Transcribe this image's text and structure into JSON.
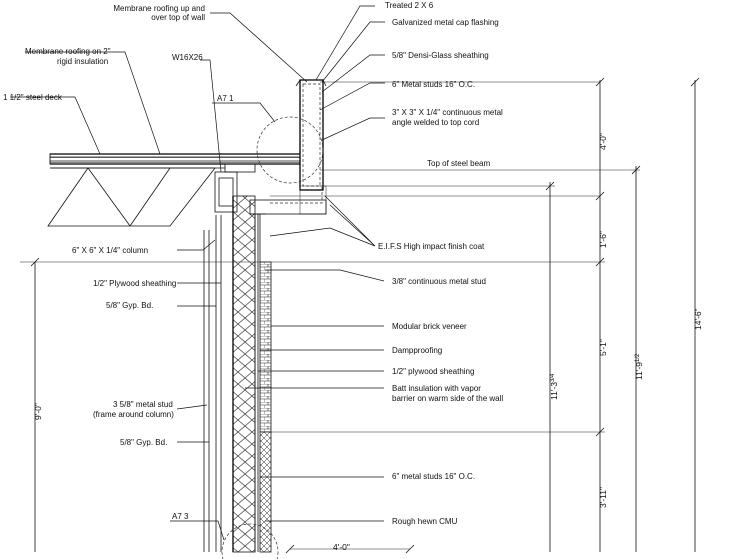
{
  "callouts": {
    "membrane_up": [
      "Membrane roofing up and",
      "over top of wall"
    ],
    "treated": "Treated 2 X 6",
    "galv": "Galvanized metal cap flashing",
    "densi": "5/8\" Densi-Glass sheathing",
    "membrane_on": [
      "Membrane roofing on 2\"",
      "rigid insulation"
    ],
    "w16": "W16X26",
    "deck": "1 1/2\" steel deck",
    "studs_top": "6\" Metal studs 16\" O.C.",
    "angle": [
      "3\" X 3\" X 1/4\" continuous metal",
      "angle welded to top cord"
    ],
    "a71": "A7 1",
    "top_beam": "Top of steel beam",
    "column": "6\" X 6\" X 1/4\" column",
    "eifs": "E.I.F.S High impact finish coat",
    "plywood_left": "1/2\" Plywood sheathing",
    "cont_stud": "3/8\" continuous metal stud",
    "gyp_top": "5/8\" Gyp. Bd.",
    "brick": "Modular brick veneer",
    "damp": "Dampproofing",
    "plywood_right": "1/2\" plywood sheathing",
    "batt": [
      "Batt insulation with vapor",
      "barrier on warm side of the wall"
    ],
    "stud_frame": [
      "3 5/8\" metal stud",
      "(frame around column)"
    ],
    "gyp_bottom": "5/8\" Gyp. Bd.",
    "studs_bottom": "6\" metal studs 16\" O.C.",
    "cmu": "Rough hewn CMU",
    "a73": "A7 3"
  },
  "dimensions": {
    "d40": "4'-0\"",
    "d16": "1'-6\"",
    "d51": "5'-1\"",
    "d311": "3'-11\"",
    "d1134": "11'-3",
    "d1134_frac": "3/4",
    "d1192": "11'-9",
    "d1192_frac": "1/2",
    "d146": "14'-6\"",
    "d90": "9'-0\"",
    "d40b": "4'-0\""
  }
}
